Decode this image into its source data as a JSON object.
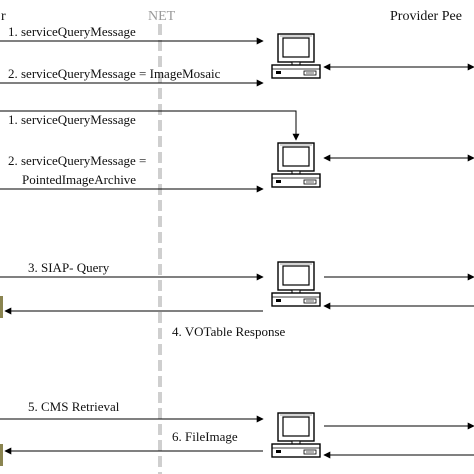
{
  "header": {
    "left_partial": "r",
    "net": "NET",
    "provider": "Provider Pee"
  },
  "messages": [
    {
      "id": "m1",
      "text": "1. serviceQueryMessage"
    },
    {
      "id": "m2",
      "text": "2. serviceQueryMessage =  ImageMosaic"
    },
    {
      "id": "m3",
      "text": "1. serviceQueryMessage"
    },
    {
      "id": "m4a",
      "text": "2. serviceQueryMessage ="
    },
    {
      "id": "m4b",
      "text": "PointedImageArchive"
    },
    {
      "id": "m5",
      "text": "3. SIAP- Query"
    },
    {
      "id": "m6",
      "text": "4. VOTable Response"
    },
    {
      "id": "m7",
      "text": "5. CMS Retrieval"
    },
    {
      "id": "m8",
      "text": "6. FileImage"
    }
  ],
  "icons": [
    "computer-icon",
    "computer-icon",
    "computer-icon",
    "computer-icon"
  ]
}
